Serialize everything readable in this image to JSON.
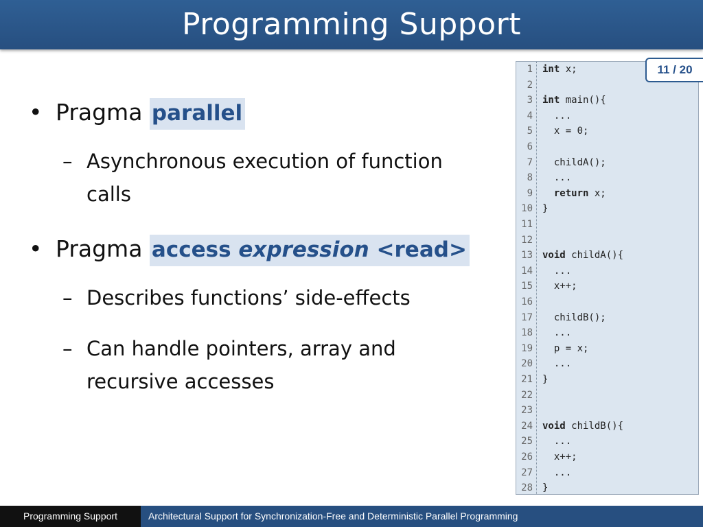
{
  "slide": {
    "title": "Programming Support",
    "page_indicator": "11 / 20"
  },
  "bullets": [
    {
      "prefix": "Pragma ",
      "highlight": "parallel",
      "sub": [
        "Asynchronous execution of function calls"
      ]
    },
    {
      "prefix": "Pragma ",
      "highlight_parts": [
        "access ",
        "expression",
        " <read>"
      ],
      "sub": [
        "Describes functions’ side-effects",
        "Can handle pointers, array and recursive accesses"
      ]
    }
  ],
  "code": {
    "lines": [
      {
        "n": "1",
        "kw": "int",
        "text": " x;"
      },
      {
        "n": "2",
        "kw": "",
        "text": ""
      },
      {
        "n": "3",
        "kw": "int",
        "text": " main(){"
      },
      {
        "n": "4",
        "kw": "",
        "text": "  ..."
      },
      {
        "n": "5",
        "kw": "",
        "text": "  x = 0;"
      },
      {
        "n": "6",
        "kw": "",
        "text": ""
      },
      {
        "n": "7",
        "kw": "",
        "text": "  childA();"
      },
      {
        "n": "8",
        "kw": "",
        "text": "  ..."
      },
      {
        "n": "9",
        "kw": "  return",
        "text": " x;"
      },
      {
        "n": "10",
        "kw": "",
        "text": "}"
      },
      {
        "n": "11",
        "kw": "",
        "text": ""
      },
      {
        "n": "12",
        "kw": "",
        "text": ""
      },
      {
        "n": "13",
        "kw": "void",
        "text": " childA(){"
      },
      {
        "n": "14",
        "kw": "",
        "text": "  ..."
      },
      {
        "n": "15",
        "kw": "",
        "text": "  x++;"
      },
      {
        "n": "16",
        "kw": "",
        "text": ""
      },
      {
        "n": "17",
        "kw": "",
        "text": "  childB();"
      },
      {
        "n": "18",
        "kw": "",
        "text": "  ..."
      },
      {
        "n": "19",
        "kw": "",
        "text": "  p = x;"
      },
      {
        "n": "20",
        "kw": "",
        "text": "  ..."
      },
      {
        "n": "21",
        "kw": "",
        "text": "}"
      },
      {
        "n": "22",
        "kw": "",
        "text": ""
      },
      {
        "n": "23",
        "kw": "",
        "text": ""
      },
      {
        "n": "24",
        "kw": "void",
        "text": " childB(){"
      },
      {
        "n": "25",
        "kw": "",
        "text": "  ..."
      },
      {
        "n": "26",
        "kw": "",
        "text": "  x++;"
      },
      {
        "n": "27",
        "kw": "",
        "text": "  ..."
      },
      {
        "n": "28",
        "kw": "",
        "text": "}"
      }
    ]
  },
  "footer": {
    "section": "Programming Support",
    "presentation": "Architectural Support for Synchronization-Free and Deterministic Parallel Programming"
  }
}
